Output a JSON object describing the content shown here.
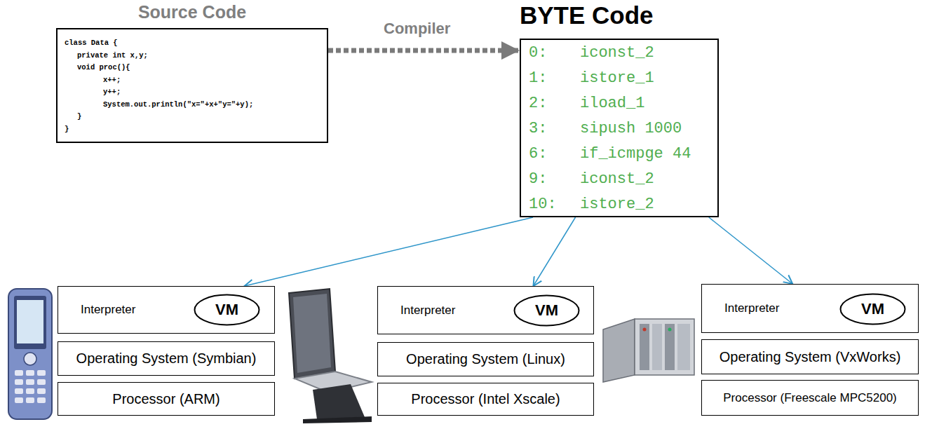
{
  "diagram": {
    "nodes": [
      {
        "text": [
          "Source Code",
          "class Data {",
          "private int x,y;",
          "void proc(){",
          "x++;",
          "y++;",
          "System.out.println(\"x=\"+x+\"y=\"+y);",
          "}",
          "}"
        ]
      },
      {
        "text": [
          "BYTE Code",
          "0:",
          "iconst_2",
          "1:",
          "istore_1",
          "2:",
          "iload_1",
          "3:",
          "sipush 1000",
          "6:",
          "if_icmpge 44",
          "9:",
          "iconst_2",
          "10:",
          "istore_2"
        ]
      },
      {
        "text": [
          "Interpreter"
        ]
      },
      {
        "text": [
          "VM"
        ],
        "in": 2
      },
      {
        "text": [
          "Operating System (Symbian)"
        ]
      },
      {
        "text": [
          "Processor (ARM)"
        ]
      },
      {
        "text": [
          "Interpreter"
        ]
      },
      {
        "text": [
          "VM"
        ],
        "in": 6
      },
      {
        "text": [
          "Operating System (Linux)"
        ]
      },
      {
        "text": [
          "Processor (Intel Xscale)"
        ]
      },
      {
        "text": [
          "Interpreter"
        ]
      },
      {
        "text": [
          "VM"
        ],
        "in": 10
      },
      {
        "text": [
          "Operating System (VxWorks)"
        ]
      },
      {
        "text": [
          "Processor (Freescale MPC5200)"
        ]
      }
    ],
    "edges": [
      {
        "from": 0,
        "to": 1,
        "arrow": "to",
        "label": "Compiler"
      },
      {
        "from": 1,
        "to": 2,
        "arrow": "to"
      },
      {
        "from": 1,
        "to": 6,
        "arrow": "to"
      },
      {
        "from": 1,
        "to": 10,
        "arrow": "to"
      }
    ]
  }
}
